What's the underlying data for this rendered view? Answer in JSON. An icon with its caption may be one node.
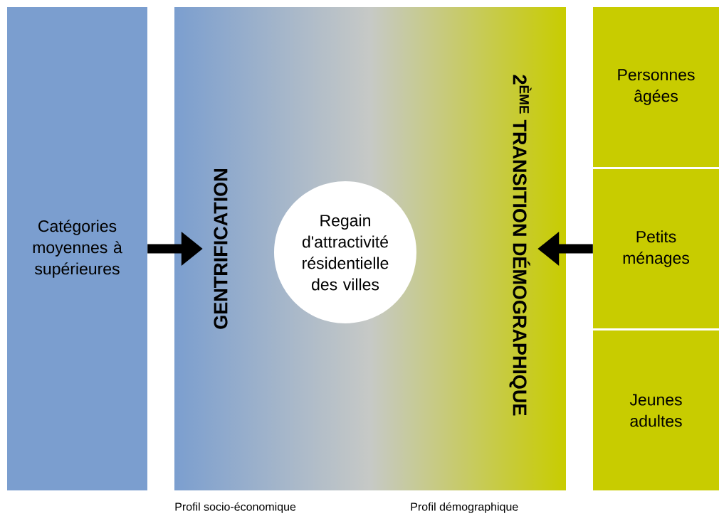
{
  "diagram": {
    "nodes": [
      {
        "text": [
          "Catégories moyennes à supérieures"
        ]
      },
      {
        "text": [
          "GENTRIFICATION"
        ]
      },
      {
        "text": [
          "2$^{ÈME}$ TRANSITION DÉMOGRAPHIQUE"
        ]
      },
      {
        "text": [
          "Regain d'attractivité résidentielle des villes"
        ]
      },
      {
        "text": [
          "Personnes âgées"
        ]
      },
      {
        "text": [
          "Petits ménages"
        ]
      },
      {
        "text": [
          "Jeunes adultes"
        ]
      }
    ],
    "edges": [
      {
        "from": 0,
        "to": 1,
        "arrow": "to"
      },
      {
        "from": 5,
        "to": 2,
        "arrow": "to"
      }
    ],
    "labels": [
      "Profil socio-économique",
      "Profil démographique"
    ]
  }
}
